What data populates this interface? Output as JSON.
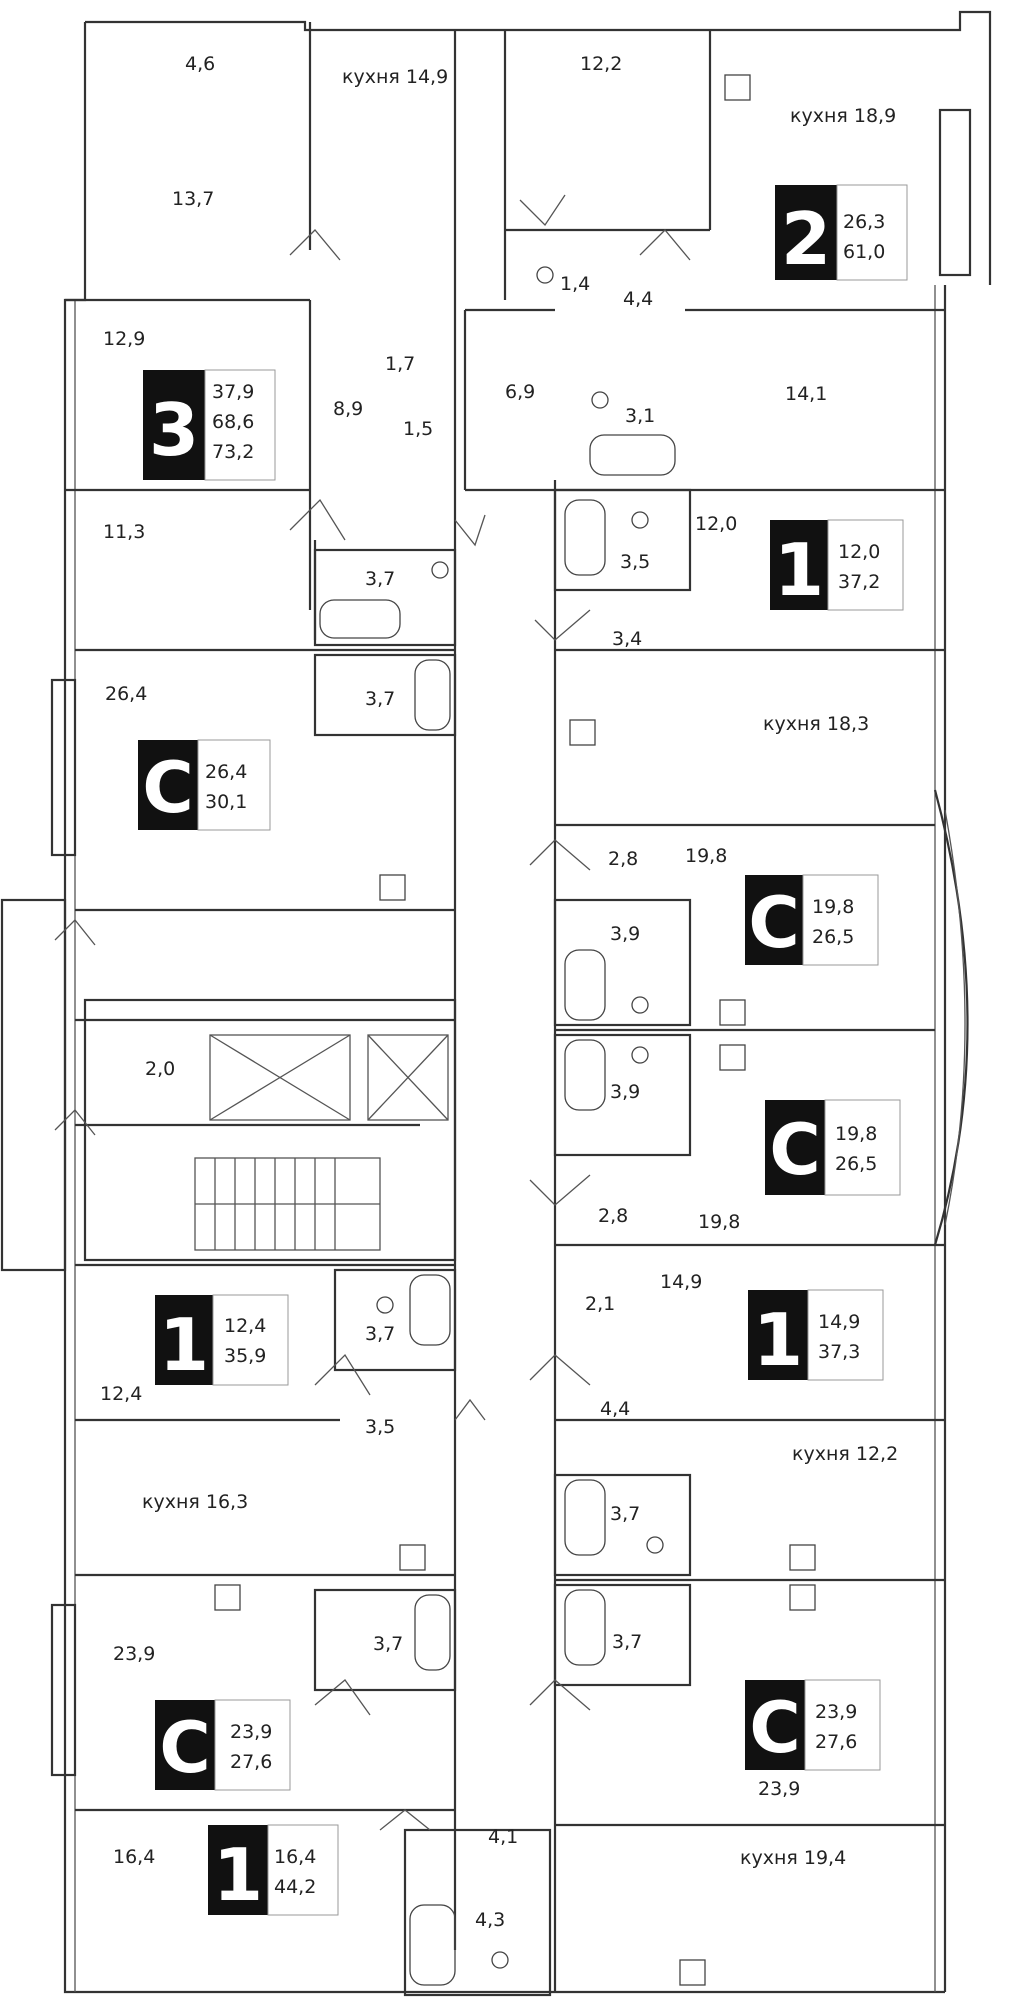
{
  "colors": {
    "background": "#ffffff",
    "wall": "#333333",
    "badge": "#111111",
    "badge_text": "#ffffff",
    "label": "#222222"
  },
  "rooms": [
    {
      "text": "4,6"
    },
    {
      "text": "13,7"
    },
    {
      "text": "кухня 14,9"
    },
    {
      "text": "12,2"
    },
    {
      "text": "кухня 18,9"
    },
    {
      "text": "1,4"
    },
    {
      "text": "4,4"
    },
    {
      "text": "12,9"
    },
    {
      "text": "1,7"
    },
    {
      "text": "8,9"
    },
    {
      "text": "1,5"
    },
    {
      "text": "6,9"
    },
    {
      "text": "3,1"
    },
    {
      "text": "14,1"
    },
    {
      "text": "11,3"
    },
    {
      "text": "3,7"
    },
    {
      "text": "3,5"
    },
    {
      "text": "12,0"
    },
    {
      "text": "3,4"
    },
    {
      "text": "26,4"
    },
    {
      "text": "3,7"
    },
    {
      "text": "кухня 18,3"
    },
    {
      "text": "2,8"
    },
    {
      "text": "19,8"
    },
    {
      "text": "3,9"
    },
    {
      "text": "2,0"
    },
    {
      "text": "3,9"
    },
    {
      "text": "2,8"
    },
    {
      "text": "19,8"
    },
    {
      "text": "2,1"
    },
    {
      "text": "14,9"
    },
    {
      "text": "3,7"
    },
    {
      "text": "12,4"
    },
    {
      "text": "4,4"
    },
    {
      "text": "3,5"
    },
    {
      "text": "кухня 12,2"
    },
    {
      "text": "кухня 16,3"
    },
    {
      "text": "3,7"
    },
    {
      "text": "23,9"
    },
    {
      "text": "3,7"
    },
    {
      "text": "3,7"
    },
    {
      "text": "23,9"
    },
    {
      "text": "4,1"
    },
    {
      "text": "16,4"
    },
    {
      "text": "4,3"
    },
    {
      "text": "кухня 19,4"
    }
  ],
  "apartments": [
    {
      "num": "2",
      "areas": [
        "26,3",
        "61,0"
      ]
    },
    {
      "num": "3",
      "areas": [
        "37,9",
        "68,6",
        "73,2"
      ]
    },
    {
      "num": "1",
      "areas": [
        "12,0",
        "37,2"
      ]
    },
    {
      "num": "С",
      "areas": [
        "26,4",
        "30,1"
      ]
    },
    {
      "num": "С",
      "areas": [
        "19,8",
        "26,5"
      ]
    },
    {
      "num": "С",
      "areas": [
        "19,8",
        "26,5"
      ]
    },
    {
      "num": "1",
      "areas": [
        "12,4",
        "35,9"
      ]
    },
    {
      "num": "1",
      "areas": [
        "14,9",
        "37,3"
      ]
    },
    {
      "num": "С",
      "areas": [
        "23,9",
        "27,6"
      ]
    },
    {
      "num": "С",
      "areas": [
        "23,9",
        "27,6"
      ]
    },
    {
      "num": "1",
      "areas": [
        "16,4",
        "44,2"
      ]
    }
  ]
}
